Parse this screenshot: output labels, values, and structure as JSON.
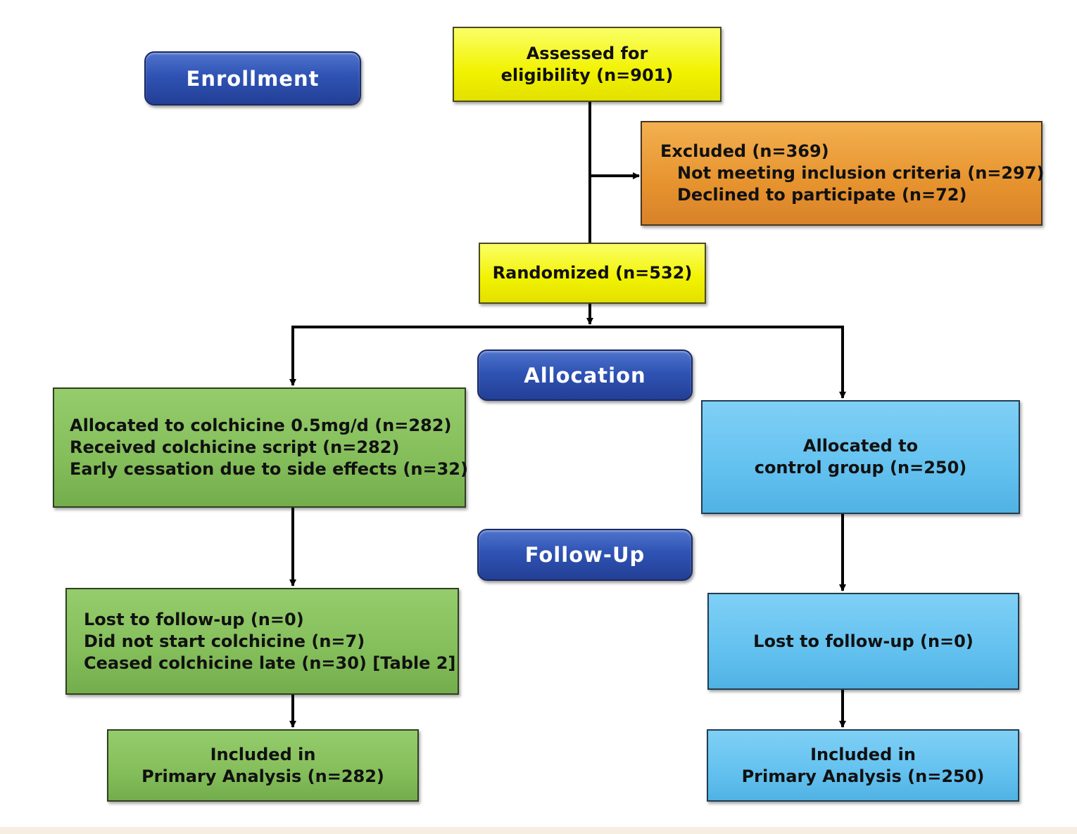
{
  "stages": {
    "enrollment": "Enrollment",
    "allocation": "Allocation",
    "follow_up": "Follow-Up"
  },
  "boxes": {
    "assessed": [
      "Assessed for",
      "eligibility (n=901)"
    ],
    "excluded": {
      "title": "Excluded (n=369)",
      "items": [
        "Not meeting inclusion criteria (n=297)",
        "Declined to participate (n=72)"
      ]
    },
    "randomized": "Randomized (n=532)",
    "colchicine_alloc": [
      "Allocated to colchicine 0.5mg/d (n=282)",
      "Received colchicine script (n=282)",
      "Early cessation due to side effects (n=32)"
    ],
    "control_alloc": [
      "Allocated to",
      "control group (n=250)"
    ],
    "colchicine_followup": [
      "Lost to follow-up (n=0)",
      "Did not start colchicine (n=7)",
      "Ceased colchicine late (n=30) [Table 2]"
    ],
    "control_followup": "Lost to follow-up (n=0)",
    "colchicine_analysis": [
      "Included in",
      "Primary Analysis (n=282)"
    ],
    "control_analysis": [
      "Included in",
      "Primary Analysis (n=250)"
    ]
  },
  "colors": {
    "yellow": "#f1f200",
    "orange": "#e6932e",
    "green": "#84be5a",
    "blue": "#63c1ef",
    "stage_blue": "#2f53b4"
  }
}
